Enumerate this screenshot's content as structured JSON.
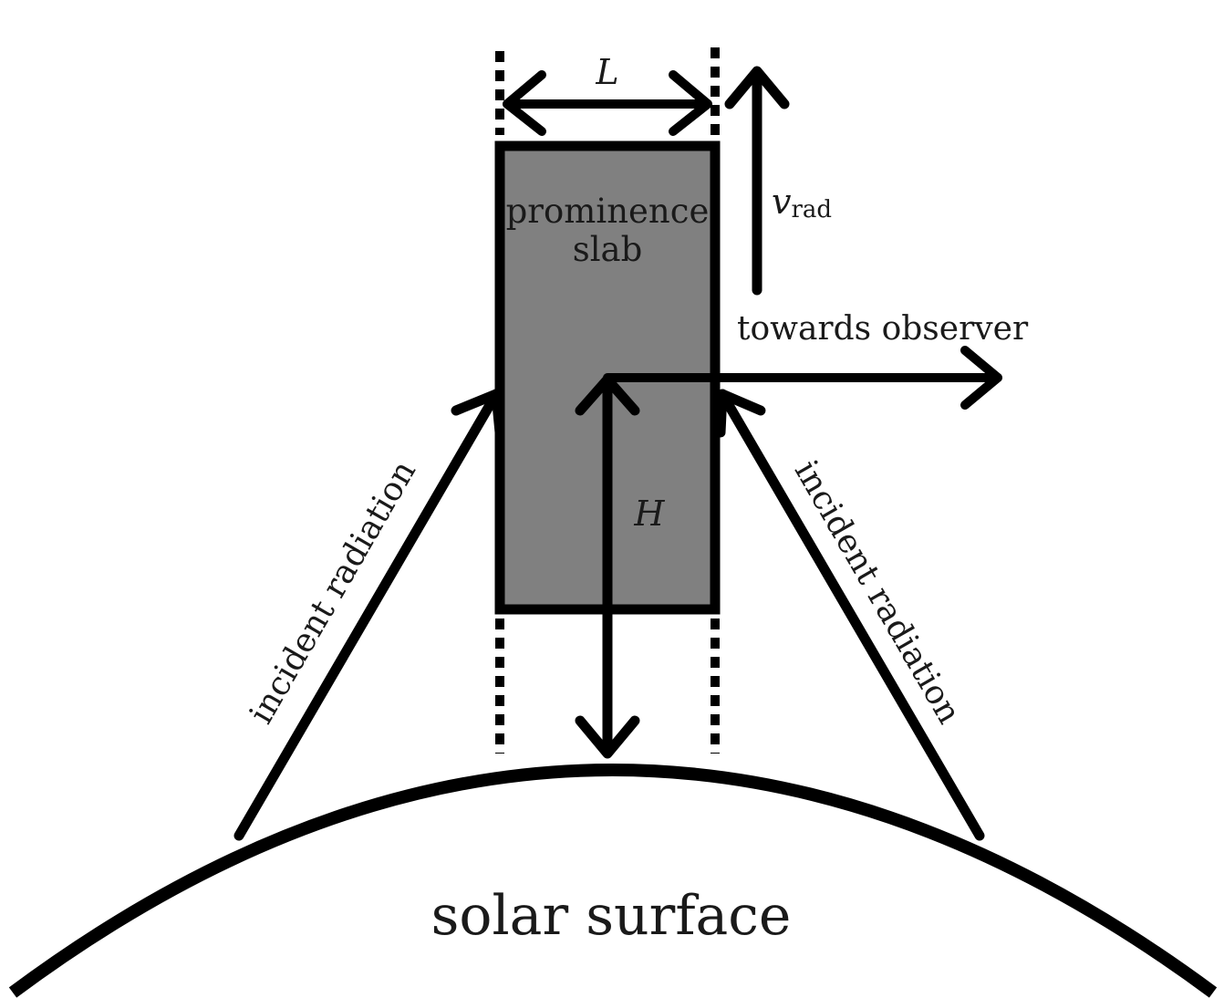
{
  "labels": {
    "width_symbol": "L",
    "slab_line1": "prominence",
    "slab_line2": "slab",
    "velocity_symbol": "v",
    "velocity_subscript": "rad",
    "observer": "towards observer",
    "height_symbol": "H",
    "incident_left": "incident radiation",
    "incident_right": "incident radiation",
    "surface": "solar surface"
  },
  "colors": {
    "slab_fill": "#808080",
    "stroke": "#000000",
    "text": "#1a1a1a",
    "background": "#ffffff"
  }
}
